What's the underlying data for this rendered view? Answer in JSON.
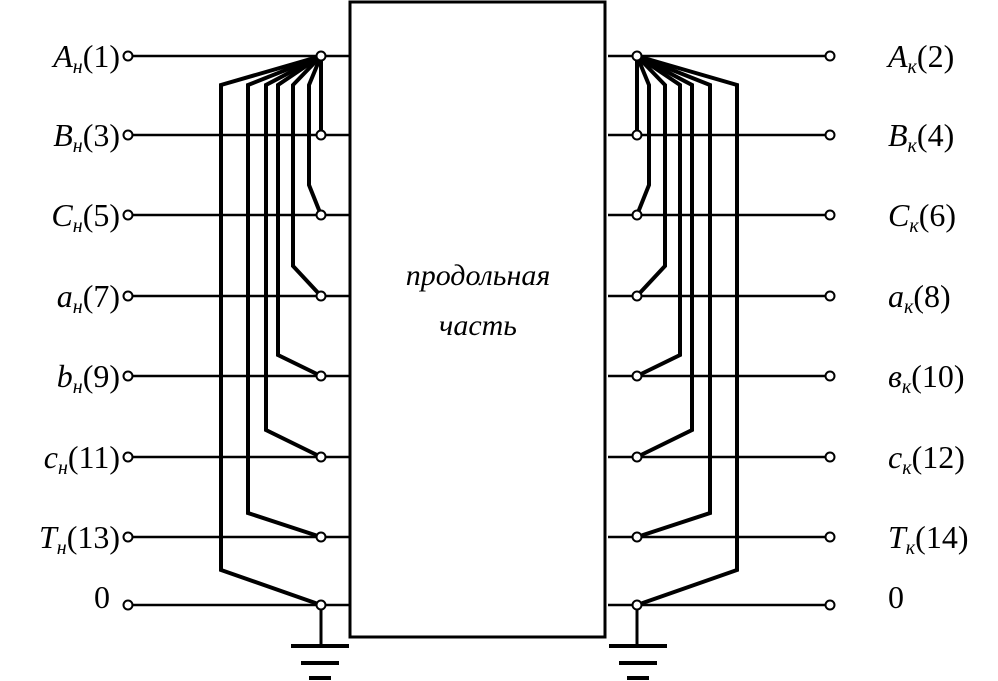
{
  "block_label": [
    "продольная",
    "часть"
  ],
  "left_terminals": [
    {
      "letter": "A",
      "sub": "н",
      "num": "(1)"
    },
    {
      "letter": "B",
      "sub": "н",
      "num": "(3)"
    },
    {
      "letter": "C",
      "sub": "н",
      "num": "(5)"
    },
    {
      "letter": "a",
      "sub": "н",
      "num": "(7)"
    },
    {
      "letter": "b",
      "sub": "н",
      "num": "(9)"
    },
    {
      "letter": "c",
      "sub": "н",
      "num": "(11)"
    },
    {
      "letter": "T",
      "sub": "н",
      "num": "(13)"
    },
    {
      "letter": "",
      "sub": "",
      "num": "0"
    }
  ],
  "right_terminals": [
    {
      "letter": "A",
      "sub": "к",
      "num": "(2)"
    },
    {
      "letter": "B",
      "sub": "к",
      "num": "(4)"
    },
    {
      "letter": "C",
      "sub": "к",
      "num": "(6)"
    },
    {
      "letter": "a",
      "sub": "к",
      "num": "(8)"
    },
    {
      "letter": "в",
      "sub": "к",
      "num": "(10)"
    },
    {
      "letter": "c",
      "sub": "к",
      "num": "(12)"
    },
    {
      "letter": "T",
      "sub": "к",
      "num": "(14)"
    },
    {
      "letter": "",
      "sub": "",
      "num": "0"
    }
  ]
}
